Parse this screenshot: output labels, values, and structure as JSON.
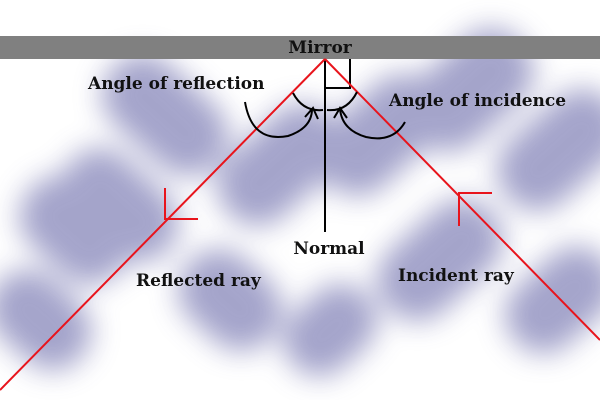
{
  "labels": {
    "mirror": "Mirror",
    "angle_of_reflection": "Angle of reflection",
    "angle_of_incidence": "Angle of incidence",
    "normal": "Normal",
    "reflected_ray": "Reflected ray",
    "incident_ray": "Incident ray"
  },
  "colors": {
    "mirror_bar": "#808080",
    "ray": "#e8141c",
    "normal_line": "#000000",
    "background_blob": "#5a5aa0"
  }
}
